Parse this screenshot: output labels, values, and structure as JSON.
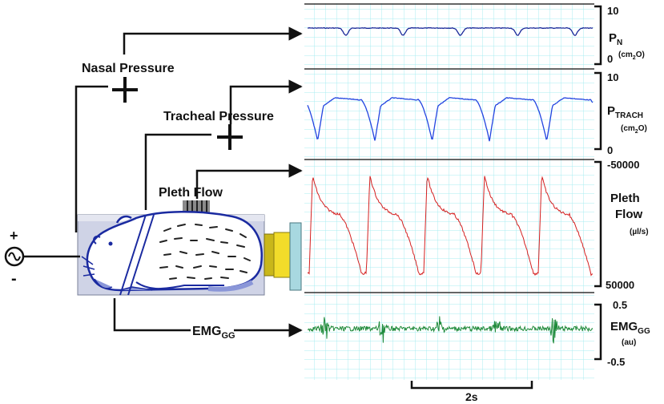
{
  "labels": {
    "nasal": "Nasal Pressure",
    "tracheal": "Tracheal Pressure",
    "pleth": "Pleth Flow",
    "emg": "EMG",
    "emg_sub": "GG",
    "plus": "+",
    "minus": "-"
  },
  "channels": [
    {
      "main": "P",
      "sub": "N",
      "unit": "(cm",
      "unit_sub": "2",
      "unit_end": "O)",
      "top": "10",
      "bottom": "0"
    },
    {
      "main": "P",
      "sub": "TRACH",
      "unit": "(cm",
      "unit_sub": "2",
      "unit_end": "O)",
      "top": "10",
      "bottom": "0"
    },
    {
      "line1": "Pleth",
      "line2": "Flow",
      "unit": "(µl/s)",
      "top": "-50000",
      "bottom": "50000"
    },
    {
      "main": "EMG",
      "sub": "GG",
      "unit": "(au)",
      "top": "0.5",
      "bottom": "-0.5"
    }
  ],
  "time_scale": "2s",
  "colors": {
    "grid": "#a8ecf2",
    "pn_trace": "#1b2a9a",
    "ptrach_trace": "#2244e0",
    "pleth_trace": "#d42020",
    "emg_trace": "#1f8a3a",
    "animal_outline": "#1a2aa0",
    "chamber_fill": "#cfd3e6",
    "transducer": "#f2dc2a",
    "endcap": "#a8d8e0"
  },
  "icons": [
    "ac-source-icon",
    "pressure-transducer-icon",
    "pneumotach-screen-icon"
  ]
}
